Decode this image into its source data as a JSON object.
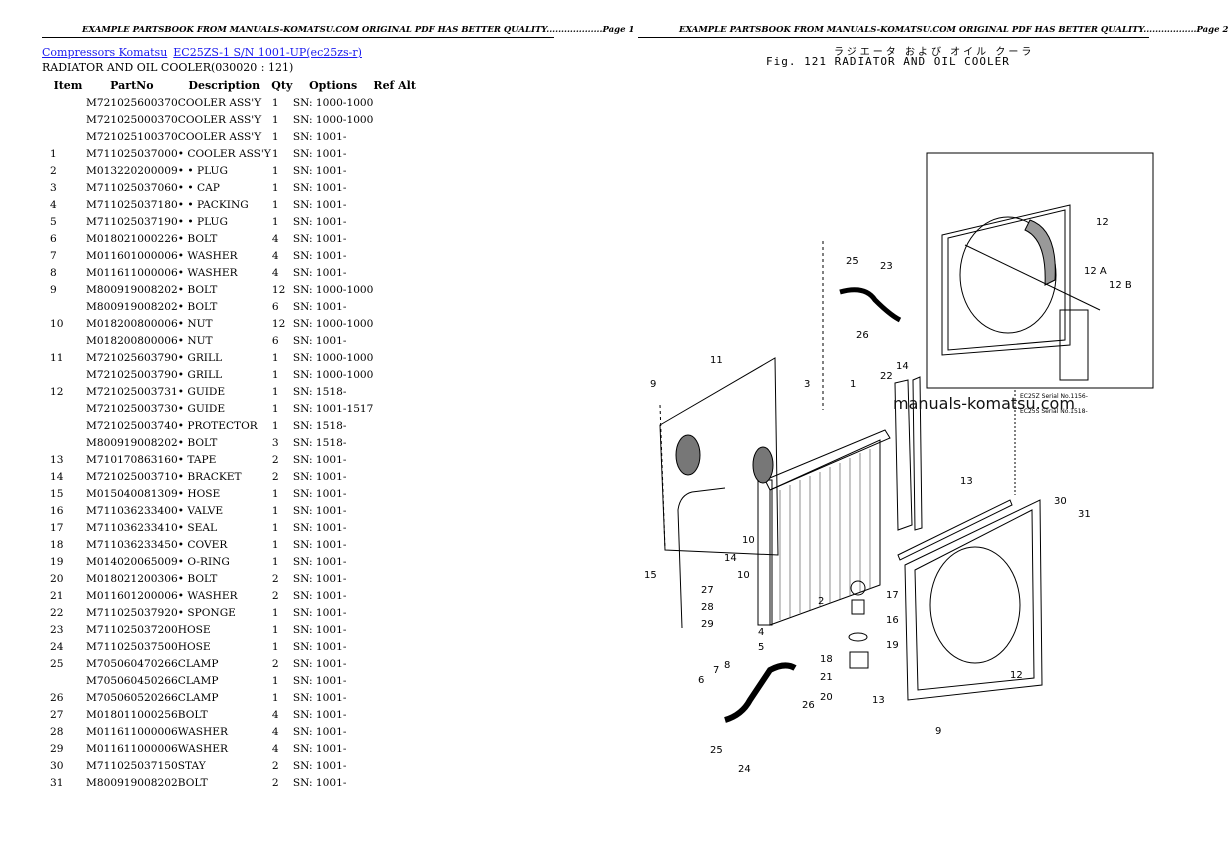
{
  "header_left": "EXAMPLE PARTSBOOK FROM MANUALS-KOMATSU.COM ORIGINAL PDF HAS BETTER QUALITY...................Page 1",
  "header_right": "EXAMPLE PARTSBOOK FROM MANUALS-KOMATSU.COM ORIGINAL PDF HAS BETTER QUALITY..................Page 2",
  "breadcrumb": {
    "category": "Compressors Komatsu",
    "model": "EC25ZS-1 S/N 1001-UP(ec25zs-r)"
  },
  "section_title": "RADIATOR AND OIL COOLER(030020 : 121)",
  "table": {
    "headers": [
      "Item",
      "PartNo",
      "Description",
      "Qty",
      "Options",
      "Ref Alt"
    ],
    "rows": [
      [
        "",
        "M721025600370",
        "COOLER ASS'Y",
        "1",
        "SN: 1000-1000",
        ""
      ],
      [
        "",
        "M721025000370",
        "COOLER ASS'Y",
        "1",
        "SN: 1000-1000",
        ""
      ],
      [
        "",
        "M721025100370",
        "COOLER ASS'Y",
        "1",
        "SN: 1001-",
        ""
      ],
      [
        "1",
        "M711025037000",
        "• COOLER ASS'Y",
        "1",
        "SN: 1001-",
        ""
      ],
      [
        "2",
        "M013220200009",
        "• • PLUG",
        "1",
        "SN: 1001-",
        ""
      ],
      [
        "3",
        "M711025037060",
        "• • CAP",
        "1",
        "SN: 1001-",
        ""
      ],
      [
        "4",
        "M711025037180",
        "• • PACKING",
        "1",
        "SN: 1001-",
        ""
      ],
      [
        "5",
        "M711025037190",
        "• • PLUG",
        "1",
        "SN: 1001-",
        ""
      ],
      [
        "6",
        "M018021000226",
        "• BOLT",
        "4",
        "SN: 1001-",
        ""
      ],
      [
        "7",
        "M011601000006",
        "• WASHER",
        "4",
        "SN: 1001-",
        ""
      ],
      [
        "8",
        "M011611000006",
        "• WASHER",
        "4",
        "SN: 1001-",
        ""
      ],
      [
        "9",
        "M800919008202",
        "• BOLT",
        "12",
        "SN: 1000-1000",
        ""
      ],
      [
        "",
        "M800919008202",
        "• BOLT",
        "6",
        "SN: 1001-",
        ""
      ],
      [
        "10",
        "M018200800006",
        "• NUT",
        "12",
        "SN: 1000-1000",
        ""
      ],
      [
        "",
        "M018200800006",
        "• NUT",
        "6",
        "SN: 1001-",
        ""
      ],
      [
        "11",
        "M721025603790",
        "• GRILL",
        "1",
        "SN: 1000-1000",
        ""
      ],
      [
        "",
        "M721025003790",
        "• GRILL",
        "1",
        "SN: 1000-1000",
        ""
      ],
      [
        "12",
        "M721025003731",
        "• GUIDE",
        "1",
        "SN: 1518-",
        ""
      ],
      [
        "",
        "M721025003730",
        "• GUIDE",
        "1",
        "SN: 1001-1517",
        ""
      ],
      [
        "",
        "M721025003740",
        "• PROTECTOR",
        "1",
        "SN: 1518-",
        ""
      ],
      [
        "",
        "M800919008202",
        "• BOLT",
        "3",
        "SN: 1518-",
        ""
      ],
      [
        "13",
        "M710170863160",
        "• TAPE",
        "2",
        "SN: 1001-",
        ""
      ],
      [
        "14",
        "M721025003710",
        "• BRACKET",
        "2",
        "SN: 1001-",
        ""
      ],
      [
        "15",
        "M015040081309",
        "• HOSE",
        "1",
        "SN: 1001-",
        ""
      ],
      [
        "16",
        "M711036233400",
        "• VALVE",
        "1",
        "SN: 1001-",
        ""
      ],
      [
        "17",
        "M711036233410",
        "• SEAL",
        "1",
        "SN: 1001-",
        ""
      ],
      [
        "18",
        "M711036233450",
        "• COVER",
        "1",
        "SN: 1001-",
        ""
      ],
      [
        "19",
        "M014020065009",
        "• O-RING",
        "1",
        "SN: 1001-",
        ""
      ],
      [
        "20",
        "M018021200306",
        "• BOLT",
        "2",
        "SN: 1001-",
        ""
      ],
      [
        "21",
        "M011601200006",
        "• WASHER",
        "2",
        "SN: 1001-",
        ""
      ],
      [
        "22",
        "M711025037920",
        "• SPONGE",
        "1",
        "SN: 1001-",
        ""
      ],
      [
        "23",
        "M711025037200",
        "HOSE",
        "1",
        "SN: 1001-",
        ""
      ],
      [
        "24",
        "M711025037500",
        "HOSE",
        "1",
        "SN: 1001-",
        ""
      ],
      [
        "25",
        "M705060470266",
        "CLAMP",
        "2",
        "SN: 1001-",
        ""
      ],
      [
        "",
        "M705060450266",
        "CLAMP",
        "1",
        "SN: 1001-",
        ""
      ],
      [
        "26",
        "M705060520266",
        "CLAMP",
        "1",
        "SN: 1001-",
        ""
      ],
      [
        "27",
        "M018011000256",
        "BOLT",
        "4",
        "SN: 1001-",
        ""
      ],
      [
        "28",
        "M011611000006",
        "WASHER",
        "4",
        "SN: 1001-",
        ""
      ],
      [
        "29",
        "M011611000006",
        "WASHER",
        "4",
        "SN: 1001-",
        ""
      ],
      [
        "30",
        "M711025037150",
        "STAY",
        "2",
        "SN: 1001-",
        ""
      ],
      [
        "31",
        "M800919008202",
        "BOLT",
        "2",
        "SN: 1001-",
        ""
      ]
    ]
  },
  "figure": {
    "jp_title": "ラジエータ および オイル クーラ",
    "title": "Fig. 121  RADIATOR AND OIL COOLER",
    "watermark": "manuals-komatsu.com",
    "inset_note": [
      "EC25Z Serial No.1156-",
      "EC25S Serial No.1518-"
    ],
    "callouts": [
      "25",
      "23",
      "26",
      "12",
      "12A",
      "12B",
      "11",
      "9",
      "3",
      "1",
      "22",
      "14",
      "13",
      "30",
      "31",
      "10",
      "14",
      "15",
      "27",
      "28",
      "29",
      "10",
      "2",
      "17",
      "16",
      "19",
      "4",
      "5",
      "6",
      "7",
      "8",
      "18",
      "21",
      "20",
      "13",
      "26",
      "25",
      "24",
      "12",
      "9"
    ]
  }
}
